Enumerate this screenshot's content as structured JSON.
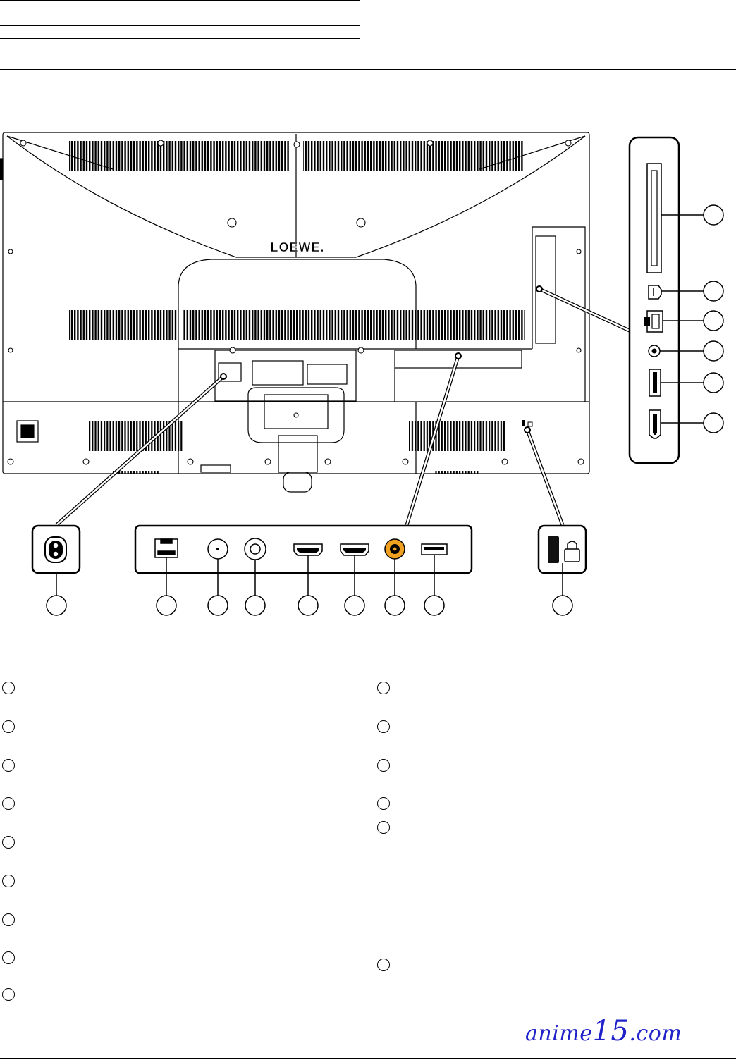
{
  "brand_logo": "LOEWE.",
  "watermark": {
    "prefix": "anime",
    "number": "15",
    "suffix": ".com",
    "color": "#1e22c8"
  },
  "colors": {
    "line": "#000000",
    "rca_connector": "#f0a020",
    "lock_slot": "#111111"
  },
  "icons": [
    "power-socket-icon",
    "lan-port-icon",
    "antenna-port-icon",
    "satellite-port-icon",
    "hdmi-port-icon",
    "rca-port-icon",
    "usb-port-icon",
    "kensington-lock-icon",
    "card-slot-icon",
    "headphone-jack-icon"
  ]
}
